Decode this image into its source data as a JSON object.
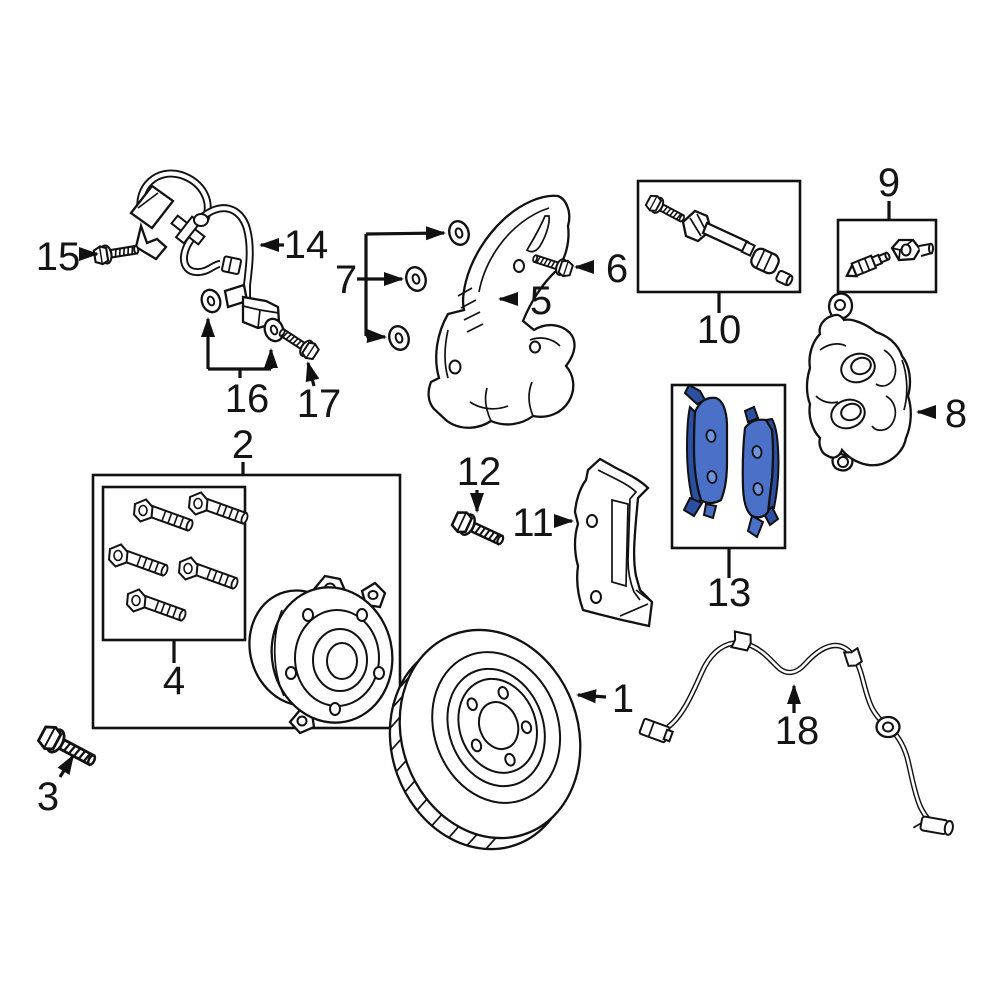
{
  "parts": [
    {
      "label": "1",
      "name": "brake-rotor"
    },
    {
      "label": "2",
      "name": "hub-and-hardware-kit"
    },
    {
      "label": "3",
      "name": "hub-mounting-bolt"
    },
    {
      "label": "4",
      "name": "wheel-stud-set"
    },
    {
      "label": "5",
      "name": "brake-dust-shield"
    },
    {
      "label": "6",
      "name": "dust-shield-bolt"
    },
    {
      "label": "7",
      "name": "washer-set"
    },
    {
      "label": "8",
      "name": "brake-caliper"
    },
    {
      "label": "9",
      "name": "caliper-bleeder-screw-kit"
    },
    {
      "label": "10",
      "name": "caliper-guide-pin-kit"
    },
    {
      "label": "11",
      "name": "caliper-mounting-bracket"
    },
    {
      "label": "12",
      "name": "caliper-bracket-bolt"
    },
    {
      "label": "13",
      "name": "brake-pad-set"
    },
    {
      "label": "14",
      "name": "brake-hydraulic-hose"
    },
    {
      "label": "15",
      "name": "hose-mounting-bolt"
    },
    {
      "label": "16",
      "name": "hose-sealing-washers"
    },
    {
      "label": "17",
      "name": "hose-bracket-bolt"
    },
    {
      "label": "18",
      "name": "abs-wheel-speed-sensor"
    }
  ],
  "colors": {
    "pad_highlight": "#4a70c8",
    "pad_highlight_dark": "#2d4fa1",
    "pad_hole": "#6f92dd",
    "line": "#111111",
    "background": "#ffffff"
  }
}
